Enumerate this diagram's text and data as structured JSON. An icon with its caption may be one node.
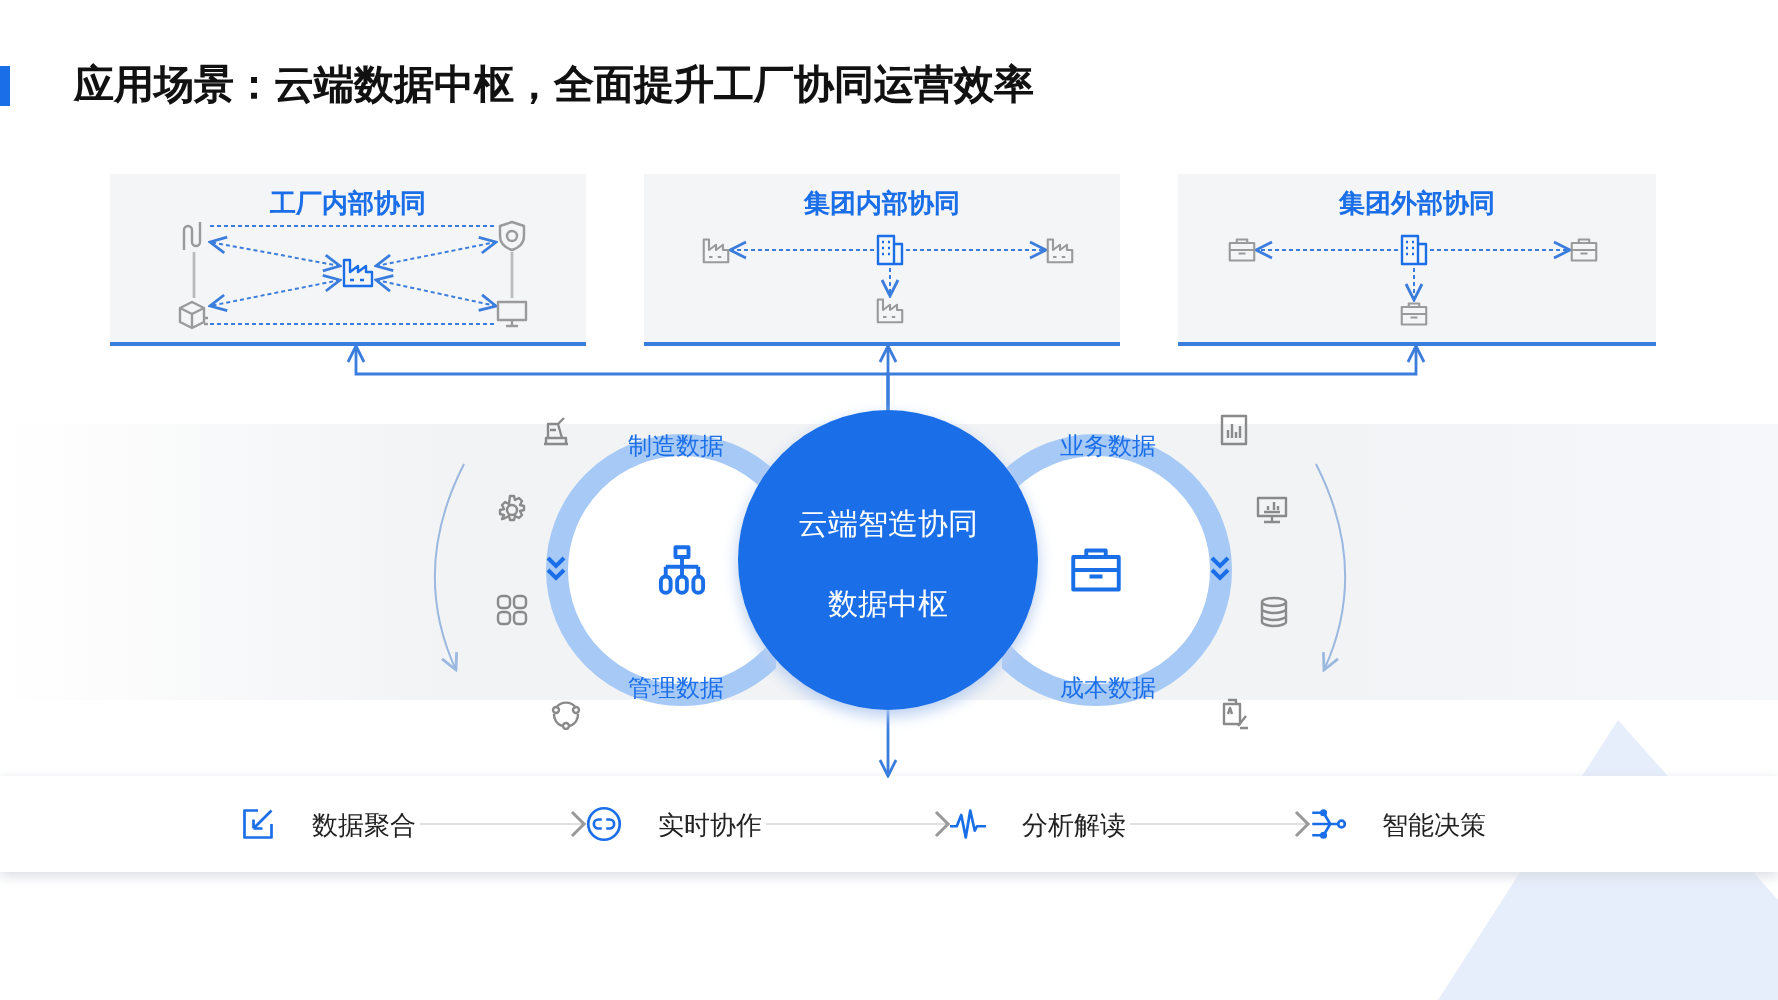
{
  "diagram": {
    "title": "应用场景：云端数据中枢，全面提升工厂协同运营效率",
    "nodes": [
      {
        "text": [
          "工厂内部协同"
        ]
      },
      {
        "text": [],
        "shape": "pipe",
        "in": 0
      },
      {
        "text": [],
        "shape": "shield",
        "in": 0
      },
      {
        "text": [],
        "shape": "factory",
        "in": 0
      },
      {
        "text": [],
        "shape": "box",
        "in": 0
      },
      {
        "text": [],
        "shape": "monitor",
        "in": 0
      },
      {
        "text": [
          "集团内部协同"
        ]
      },
      {
        "text": [],
        "shape": "building",
        "in": 6
      },
      {
        "text": [],
        "shape": "factory",
        "in": 6
      },
      {
        "text": [],
        "shape": "factory",
        "in": 6
      },
      {
        "text": [],
        "shape": "factory",
        "in": 6
      },
      {
        "text": [
          "集团外部协同"
        ]
      },
      {
        "text": [],
        "shape": "building",
        "in": 11
      },
      {
        "text": [],
        "shape": "briefcase",
        "in": 11
      },
      {
        "text": [],
        "shape": "briefcase",
        "in": 11
      },
      {
        "text": [],
        "shape": "briefcase",
        "in": 11
      },
      {
        "text": [
          "制造数据",
          "管理数据"
        ]
      },
      {
        "text": [
          "云端智造协同",
          "数据中枢"
        ]
      },
      {
        "text": [
          "业务数据",
          "成本数据"
        ]
      },
      {
        "text": [],
        "shape": "bar"
      },
      {
        "text": [
          "数据聚合"
        ],
        "in": 19
      },
      {
        "text": [
          "实时协作"
        ],
        "in": 19
      },
      {
        "text": [
          "分析解读"
        ],
        "in": 19
      },
      {
        "text": [
          "智能决策"
        ],
        "in": 19
      }
    ],
    "edges": [
      {
        "from": 1,
        "to": 2,
        "arrow": "none",
        "style": "dashed"
      },
      {
        "from": 4,
        "to": 5,
        "arrow": "none",
        "style": "dashed"
      },
      {
        "from": 1,
        "to": 4,
        "arrow": "none",
        "color": "#bbbbbb"
      },
      {
        "from": 2,
        "to": 5,
        "arrow": "none",
        "color": "#bbbbbb"
      },
      {
        "from": 3,
        "to": 1,
        "arrow": "both",
        "style": "dashed"
      },
      {
        "from": 3,
        "to": 2,
        "arrow": "both",
        "style": "dashed"
      },
      {
        "from": 3,
        "to": 4,
        "arrow": "both",
        "style": "dashed"
      },
      {
        "from": 3,
        "to": 5,
        "arrow": "both",
        "style": "dashed"
      },
      {
        "from": 7,
        "to": 8,
        "arrow": "to",
        "style": "dashed"
      },
      {
        "from": 7,
        "to": 9,
        "arrow": "to",
        "style": "dashed"
      },
      {
        "from": 7,
        "to": 10,
        "arrow": "to",
        "style": "dashed"
      },
      {
        "from": 12,
        "to": 13,
        "arrow": "to",
        "style": "dashed"
      },
      {
        "from": 12,
        "to": 14,
        "arrow": "to",
        "style": "dashed"
      },
      {
        "from": 12,
        "to": 15,
        "arrow": "to",
        "style": "dashed"
      },
      {
        "from": 17,
        "to": 0,
        "arrow": "to"
      },
      {
        "from": 17,
        "to": 6,
        "arrow": "to"
      },
      {
        "from": 17,
        "to": 11,
        "arrow": "to"
      },
      {
        "from": 17,
        "to": 19,
        "arrow": "to"
      },
      {
        "from": 20,
        "to": 21,
        "arrow": "to",
        "color": "#999999"
      },
      {
        "from": 21,
        "to": 22,
        "arrow": "to",
        "color": "#999999"
      },
      {
        "from": 22,
        "to": 23,
        "arrow": "to",
        "color": "#999999"
      }
    ]
  }
}
